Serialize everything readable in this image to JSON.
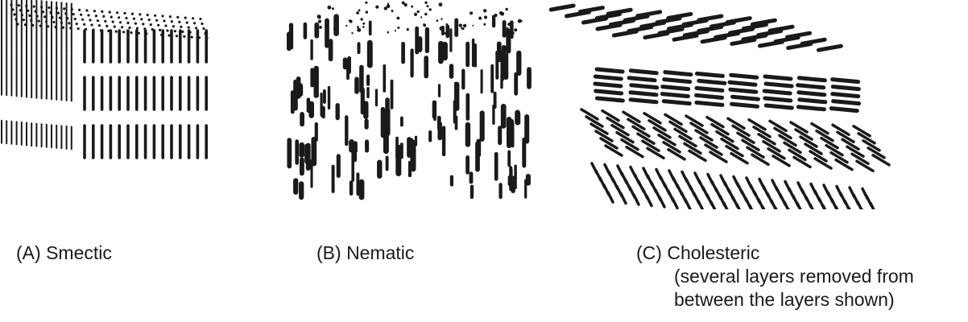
{
  "panels": [
    {
      "letter": "(A)",
      "name": "Smectic"
    },
    {
      "letter": "(B)",
      "name": "Nematic"
    },
    {
      "letter": "(C)",
      "name": "Cholesteric"
    }
  ],
  "cholesteric_note": {
    "line1": "(several layers removed from",
    "line2": "between the layers shown)"
  },
  "colors": {
    "rod": "#1a1a1a",
    "background": "#ffffff"
  }
}
